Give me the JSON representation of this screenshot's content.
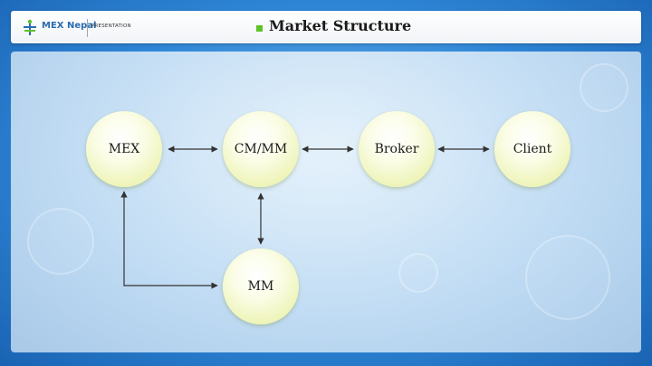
{
  "header": {
    "logo_text": "MEX Nepal",
    "tagline": "PRESENTATION",
    "title": "Market Structure"
  },
  "diagram": {
    "nodes": [
      {
        "id": "mex",
        "label": "MEX"
      },
      {
        "id": "cmmm",
        "label": "CM/MM"
      },
      {
        "id": "broker",
        "label": "Broker"
      },
      {
        "id": "client",
        "label": "Client"
      },
      {
        "id": "mm",
        "label": "MM"
      }
    ],
    "edges": [
      {
        "from": "mex",
        "to": "cmmm",
        "style": "double-arrow"
      },
      {
        "from": "cmmm",
        "to": "broker",
        "style": "double-arrow"
      },
      {
        "from": "broker",
        "to": "client",
        "style": "double-arrow"
      },
      {
        "from": "cmmm",
        "to": "mm",
        "style": "double-arrow"
      },
      {
        "from": "mex",
        "to": "mm",
        "style": "elbow-arrow"
      }
    ]
  },
  "colors": {
    "accent": "#5ec22b",
    "background": "#2f86d6",
    "node_fill": "#eef4b8"
  }
}
